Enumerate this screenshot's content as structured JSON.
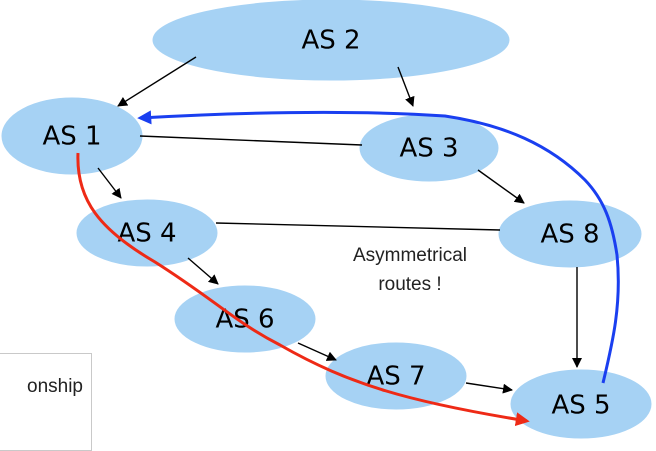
{
  "nodes": [
    {
      "id": "as2",
      "label": "AS 2"
    },
    {
      "id": "as1",
      "label": "AS 1"
    },
    {
      "id": "as3",
      "label": "AS 3"
    },
    {
      "id": "as4",
      "label": "AS 4"
    },
    {
      "id": "as8",
      "label": "AS 8"
    },
    {
      "id": "as6",
      "label": "AS 6"
    },
    {
      "id": "as7",
      "label": "AS 7"
    },
    {
      "id": "as5",
      "label": "AS 5"
    }
  ],
  "edges": [
    {
      "from": "as2",
      "to": "as1",
      "type": "customer-provider"
    },
    {
      "from": "as2",
      "to": "as3",
      "type": "customer-provider"
    },
    {
      "from": "as1",
      "to": "as3",
      "type": "peer"
    },
    {
      "from": "as1",
      "to": "as4",
      "type": "customer-provider"
    },
    {
      "from": "as3",
      "to": "as8",
      "type": "customer-provider"
    },
    {
      "from": "as4",
      "to": "as8",
      "type": "peer"
    },
    {
      "from": "as4",
      "to": "as6",
      "type": "customer-provider"
    },
    {
      "from": "as8",
      "to": "as5",
      "type": "customer-provider"
    },
    {
      "from": "as6",
      "to": "as7",
      "type": "customer-provider"
    },
    {
      "from": "as7",
      "to": "as5",
      "type": "customer-provider"
    }
  ],
  "routes": [
    {
      "id": "red",
      "color": "#ee2a16",
      "from": "as1",
      "to": "as5"
    },
    {
      "id": "blue",
      "color": "#1a3ff0",
      "from": "as5",
      "to": "as1"
    }
  ],
  "annotation": {
    "line1": "Asymmetrical",
    "line2": "routes !"
  },
  "legend": {
    "partial_text": "onship"
  },
  "colors": {
    "node_fill": "#a6d2f4",
    "edge": "#000000"
  }
}
